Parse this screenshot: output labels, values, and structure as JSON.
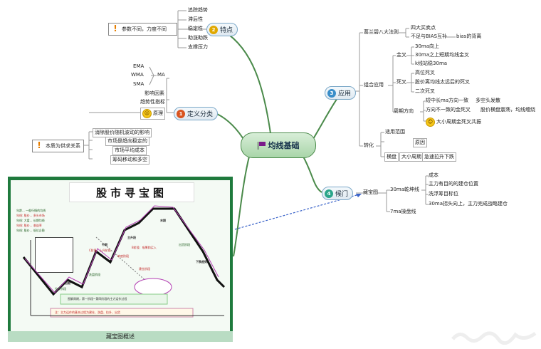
{
  "center": {
    "label": "均线基础"
  },
  "features": {
    "label": "特点",
    "number": "2",
    "items": [
      "追踪趋势",
      "滞后性",
      "稳定性",
      "助涨助跌",
      "支撑压力"
    ],
    "note": "参数不同，力度不同"
  },
  "definition": {
    "label": "定义分类",
    "number": "1",
    "ma": {
      "label": "MA",
      "types": [
        "EMA",
        "WMA",
        "SMA"
      ]
    },
    "factors": [
      "影响因素",
      "趋势性指标"
    ],
    "principle": {
      "label": "原理",
      "items": [
        "消除股价随机波动的影响",
        "市场是趋向稳定的",
        "市场平均成本",
        "筹码移动和多空"
      ]
    },
    "note": "本质为供求关系"
  },
  "application": {
    "label": "应用",
    "number": "3",
    "granville": {
      "label": "葛兰碧八大法则",
      "items": [
        "四大买卖点",
        "不足与BIAS互补"
      ],
      "bias": "bias的背离"
    },
    "combo": {
      "label": "组合应用",
      "golden": {
        "label": "金叉",
        "items": [
          "30ma向上",
          "30ma之上短期均线金叉",
          "k线站稳30ma"
        ]
      },
      "death": {
        "label": "死叉",
        "items": [
          "高位死叉",
          "股价离均线太远后的死叉",
          "二次死叉"
        ]
      },
      "period": {
        "label": "周期方向",
        "items": [
          "短中长ma方向一致",
          "方向不一致的金死叉"
        ],
        "long_short": "多空头发散",
        "consolidate": "股价横盘震荡，均线缠绕",
        "big_small": "大小周期金死叉共振"
      }
    },
    "turn": {
      "label": "转化",
      "range": "适用范围",
      "reason": "原因",
      "reasons": [
        "横盘",
        "大小周期",
        "急速拉升下跌"
      ]
    }
  },
  "gate": {
    "label": "候门",
    "number": "4",
    "treasure": "藏宝图",
    "ma30": {
      "label": "30ma乾坤线",
      "items": [
        "成本",
        "主力有目的的建仓位置",
        "洗浮筹目标位",
        "30ma拐头向上，主力完成战略建仓"
      ]
    },
    "ma7": "7ma操盘线"
  },
  "poster": {
    "title": "股市寻宝图",
    "caption": "藏宝图概述",
    "side_notes": [
      "年龄... 一般行情的均线",
      "年线: 股价... 多头市场",
      "年线: 大盘... 长期均线",
      "年线: 股价... 收益率",
      "年线: 股价... 低位企稳"
    ],
    "labels": [
      "初期",
      "中期",
      "末期",
      "主升段",
      "下跌趋势",
      "B阶段：吸筹和买入",
      "C阶段：上升阶段",
      "筑底阶段",
      "建仓阶段",
      "洗盘阶段",
      "拉升阶段",
      "出货阶段"
    ],
    "bottom_text": "图解周期，第一阶段~第四阶段的主力运作过程",
    "footer": "注：主力运作的基本过程为建仓、洗盘、拉升、出货"
  },
  "colors": {
    "green": "#5aaa46",
    "blue": "#3a8ec9",
    "red": "#d9541f",
    "teal": "#2aa58a",
    "gold": "#e0a800"
  }
}
